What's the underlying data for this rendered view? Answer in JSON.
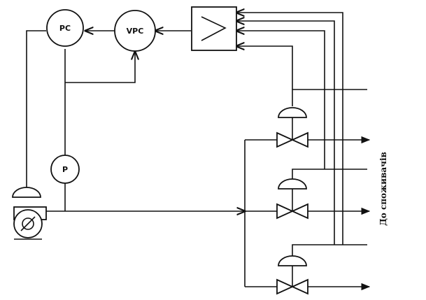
{
  "instruments": {
    "pc": "PC",
    "vpc": "VPC",
    "p": "P"
  },
  "consumers_label": "До споживачів"
}
